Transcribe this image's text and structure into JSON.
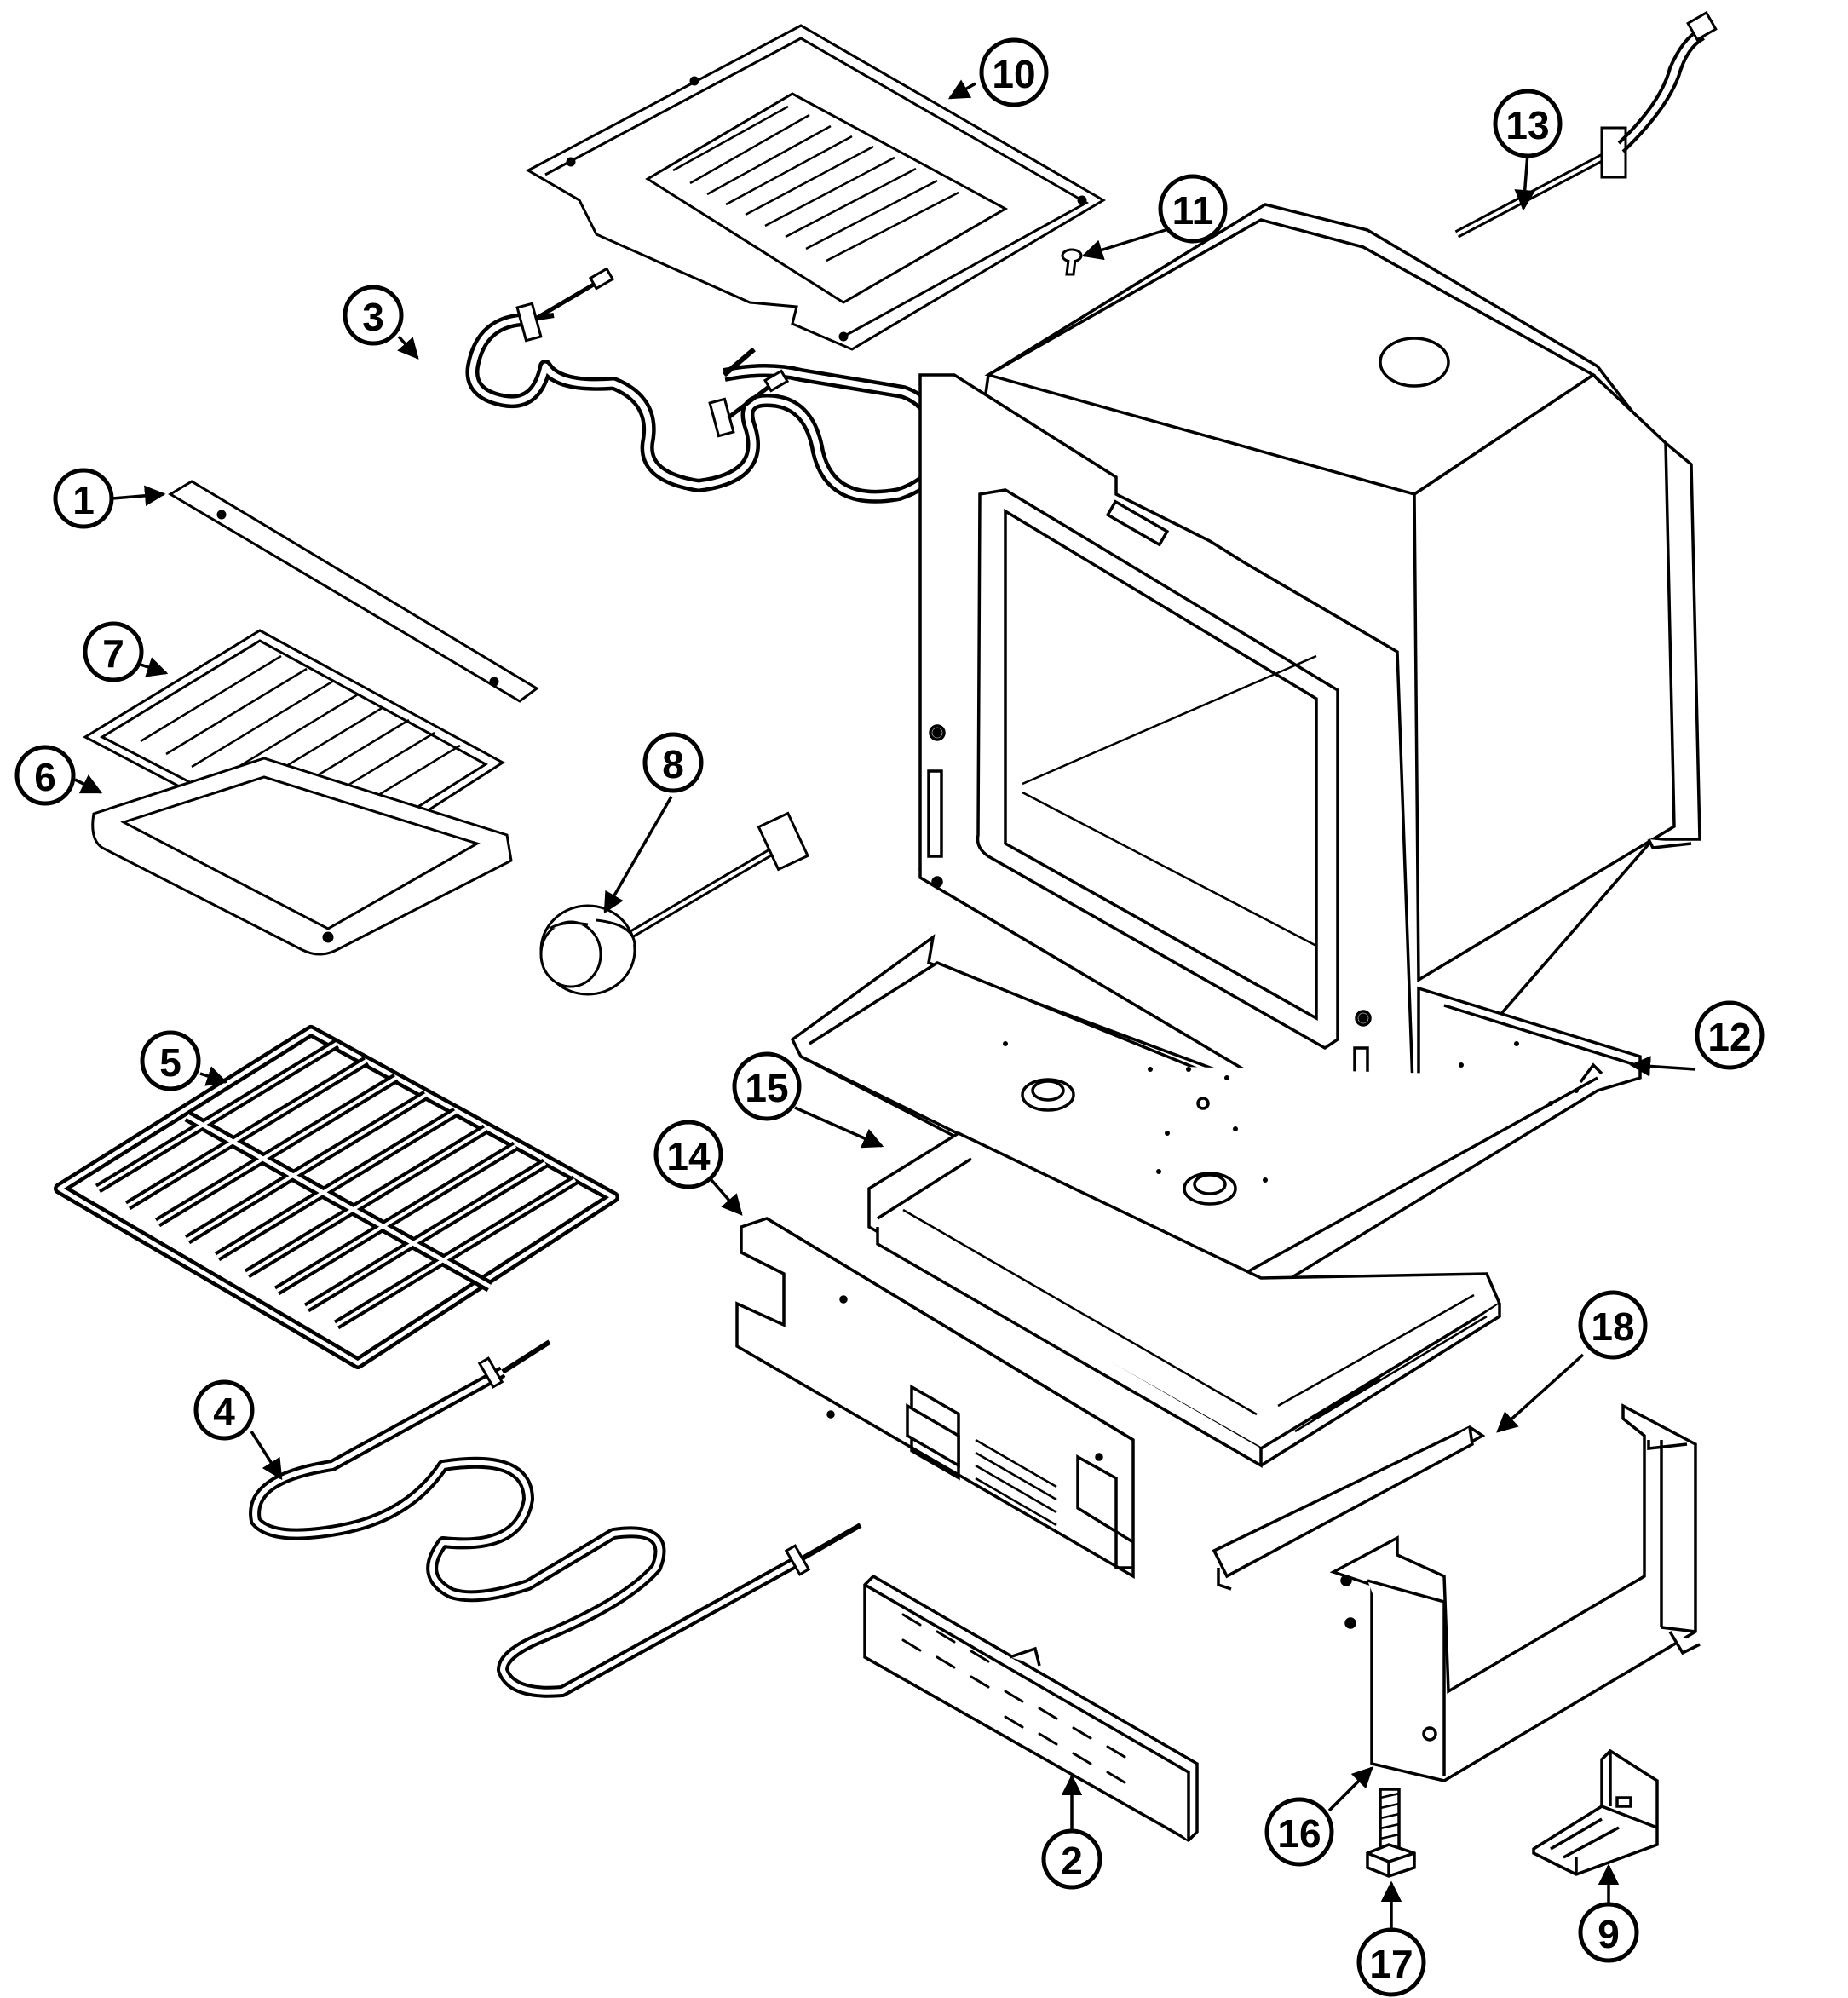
{
  "diagram": {
    "type": "exploded-parts-diagram",
    "callouts": [
      {
        "id": "1",
        "label": "1"
      },
      {
        "id": "2",
        "label": "2"
      },
      {
        "id": "3",
        "label": "3"
      },
      {
        "id": "4",
        "label": "4"
      },
      {
        "id": "5",
        "label": "5"
      },
      {
        "id": "6",
        "label": "6"
      },
      {
        "id": "7",
        "label": "7"
      },
      {
        "id": "8",
        "label": "8"
      },
      {
        "id": "9",
        "label": "9"
      },
      {
        "id": "10",
        "label": "10"
      },
      {
        "id": "11",
        "label": "11"
      },
      {
        "id": "12",
        "label": "12"
      },
      {
        "id": "13",
        "label": "13"
      },
      {
        "id": "14",
        "label": "14"
      },
      {
        "id": "15",
        "label": "15"
      },
      {
        "id": "16",
        "label": "16"
      },
      {
        "id": "17",
        "label": "17"
      },
      {
        "id": "18",
        "label": "18"
      }
    ],
    "colors": {
      "line": "#000000",
      "background": "#ffffff"
    }
  }
}
